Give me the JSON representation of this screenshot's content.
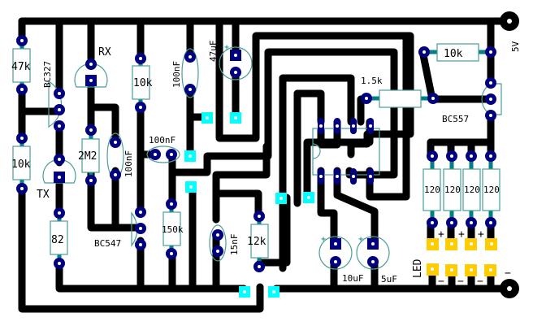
{
  "board": {
    "title": "PCB layout",
    "colors": {
      "track": "#000000",
      "pad": "#000080",
      "lead": "#008080",
      "outline": "#4a9e9a",
      "via": "#00ffff",
      "led_pad": "#ffcc00",
      "background": "#ffffff"
    }
  },
  "labels": {
    "r47k": "47k",
    "bc327": "BC327",
    "rx": "RX",
    "r10k_a": "10k",
    "c100nf_a": "100nF",
    "c47uf": "47uF",
    "r10k_b": "10k",
    "power": "5V",
    "r1k5": "1.5k",
    "bc557": "BC557",
    "r10k_c": "10k",
    "tx": "TX",
    "r2m2": "2M2",
    "c100nf_b": "100nF",
    "c100nf_c": "100nF",
    "r82": "82",
    "bc547": "BC547",
    "r150k": "150k",
    "c15nf": "15nF",
    "r12k": "12k",
    "c10uf": "10uF",
    "c5uf": "5uF",
    "led": "LED",
    "r120": [
      "120",
      "120",
      "120",
      "120"
    ],
    "plus": "+",
    "minus": "−"
  }
}
